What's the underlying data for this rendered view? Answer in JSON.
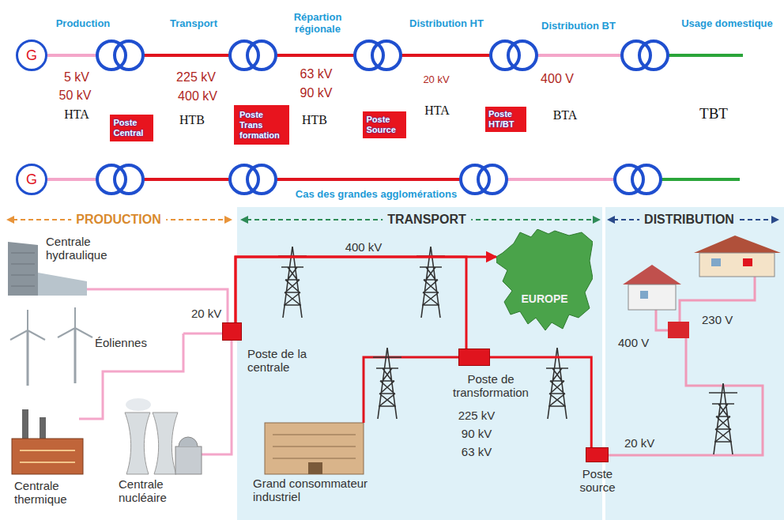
{
  "diagram": {
    "nodes": [
      {
        "text": [
          "G"
        ]
      },
      {
        "text": [
          "Poste Central"
        ]
      },
      {
        "text": [
          "Poste Trans formation"
        ]
      },
      {
        "text": [
          "Poste Source"
        ]
      },
      {
        "text": [
          "Poste HT/BT"
        ]
      },
      {
        "text": [
          "G"
        ]
      },
      {
        "text": [
          "Poste de la centrale"
        ]
      },
      {
        "text": [
          "EUROPE"
        ]
      },
      {
        "text": [
          "Poste de transformation"
        ]
      },
      {
        "text": [
          "Poste source"
        ]
      }
    ],
    "edges": [
      {
        "from": 6,
        "to": 7,
        "arrow": "to",
        "label": "400 kV"
      },
      {
        "from": 6,
        "to": 8,
        "arrow": "none"
      },
      {
        "from": 8,
        "to": 9,
        "arrow": "none"
      }
    ],
    "labels": [
      "Production",
      "Transport",
      "Répartion régionale",
      "Distribution HT",
      "Distribution BT",
      "Usage domestique",
      "5 kV",
      "50 kV",
      "225 kV",
      "400 kV",
      "63 kV",
      "90 kV",
      "20 kV",
      "400 V",
      "HTA",
      "HTB",
      "HTB",
      "HTA",
      "BTA",
      "TBT",
      "Cas des grandes agglomérations",
      "PRODUCTION",
      "TRANSPORT",
      "DISTRIBUTION",
      "Centrale hydraulique",
      "20 kV",
      "Éoliennes",
      "225 kV",
      "90 kV",
      "63 kV",
      "400 V",
      "230 V",
      "20 kV",
      "Grand consommateur industriel",
      "Centrale thermique",
      "Centrale nucléaire"
    ]
  }
}
